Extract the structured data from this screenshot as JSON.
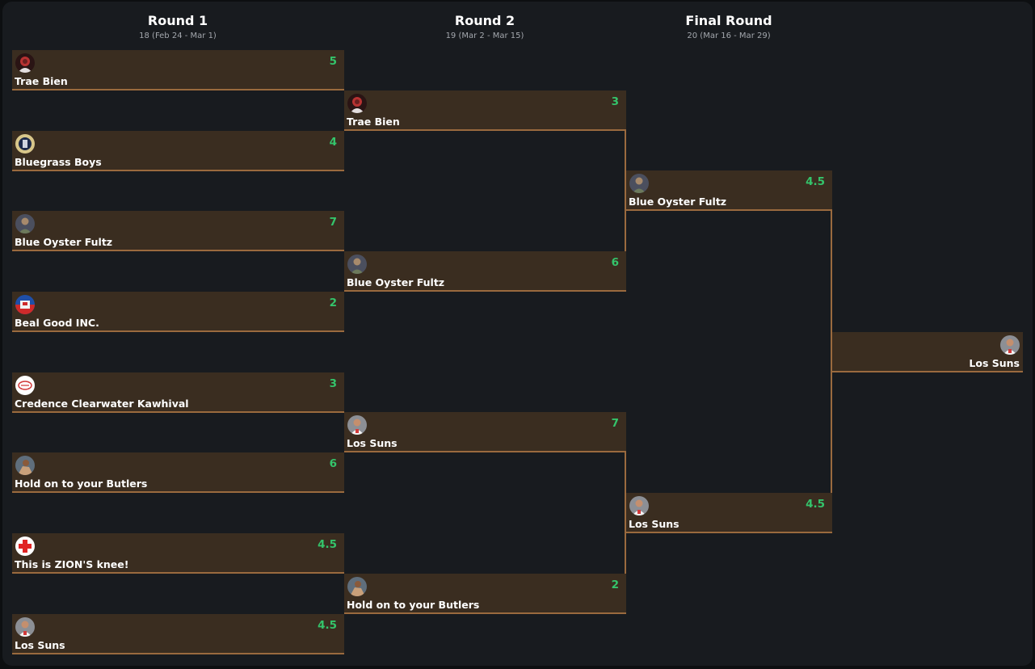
{
  "rounds": [
    {
      "title": "Round 1",
      "subtitle": "18 (Feb 24 - Mar 1)"
    },
    {
      "title": "Round 2",
      "subtitle": "19 (Mar 2 - Mar 15)"
    },
    {
      "title": "Final Round",
      "subtitle": "20 (Mar 16 - Mar 29)"
    }
  ],
  "round1": [
    {
      "team": "Trae Bien",
      "score": "5",
      "avatar": "trae-bien-avatar-icon"
    },
    {
      "team": "Bluegrass Boys",
      "score": "4",
      "avatar": "bluegrass-boys-avatar-icon"
    },
    {
      "team": "Blue Oyster Fultz",
      "score": "7",
      "avatar": "blue-oyster-fultz-avatar-icon"
    },
    {
      "team": "Beal Good INC.",
      "score": "2",
      "avatar": "beal-good-avatar-icon"
    },
    {
      "team": "Credence Clearwater Kawhival",
      "score": "3",
      "avatar": "credence-avatar-icon"
    },
    {
      "team": "Hold on to your Butlers",
      "score": "6",
      "avatar": "butlers-avatar-icon"
    },
    {
      "team": "This is ZION'S knee!",
      "score": "4.5",
      "avatar": "red-cross-avatar-icon"
    },
    {
      "team": "Los Suns",
      "score": "4.5",
      "avatar": "los-suns-avatar-icon"
    }
  ],
  "round2": [
    {
      "team": "Trae Bien",
      "score": "3",
      "avatar": "trae-bien-avatar-icon"
    },
    {
      "team": "Blue Oyster Fultz",
      "score": "6",
      "avatar": "blue-oyster-fultz-avatar-icon"
    },
    {
      "team": "Los Suns",
      "score": "7",
      "avatar": "los-suns-avatar-icon"
    },
    {
      "team": "Hold on to your Butlers",
      "score": "2",
      "avatar": "butlers-avatar-icon"
    }
  ],
  "final": [
    {
      "team": "Blue Oyster Fultz",
      "score": "4.5",
      "avatar": "blue-oyster-fultz-avatar-icon"
    },
    {
      "team": "Los Suns",
      "score": "4.5",
      "avatar": "los-suns-avatar-icon"
    }
  ],
  "champion": {
    "team": "Los Suns",
    "avatar": "los-suns-avatar-icon"
  },
  "colors": {
    "background": "#181b1f",
    "match_bg": "#3a2d20",
    "connector": "#9a6a3e",
    "score": "#34c46b"
  }
}
